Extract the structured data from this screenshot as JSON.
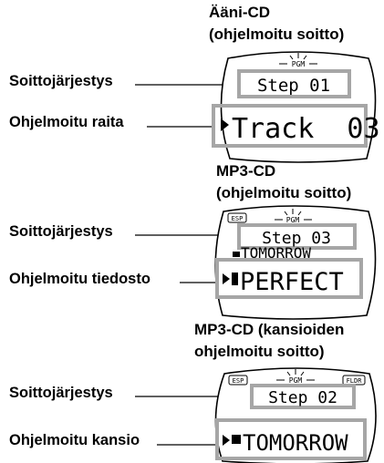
{
  "sections": [
    {
      "title_line1": "Ääni-CD",
      "title_line2": "(ohjelmoitu soitto)",
      "label_order": "Soittojärjestys",
      "label_item": "Ohjelmoitu raita",
      "pgm": "PGM",
      "step_text": "Step 01",
      "item_text": "Track  03"
    },
    {
      "title_line1": "MP3-CD",
      "title_line2": "(ohjelmoitu soitto)",
      "label_order": "Soittojärjestys",
      "label_item": "Ohjelmoitu tiedosto",
      "pgm": "PGM",
      "esp": "ESP",
      "step_text": "Step 03",
      "folder_text": "TOMORROW",
      "item_text": "PERFECT"
    },
    {
      "title_line1": "MP3-CD (kansioiden",
      "title_line2": "ohjelmoitu soitto)",
      "label_order": "Soittojärjestys",
      "label_item": "Ohjelmoitu kansio",
      "pgm": "PGM",
      "esp": "ESP",
      "fldr": "FLDR",
      "step_text": "Step 02",
      "item_text": "TOMORROW"
    }
  ],
  "colors": {
    "highlight_box": "#a6a6a6",
    "lcd_outline": "#000000",
    "text": "#000000"
  }
}
